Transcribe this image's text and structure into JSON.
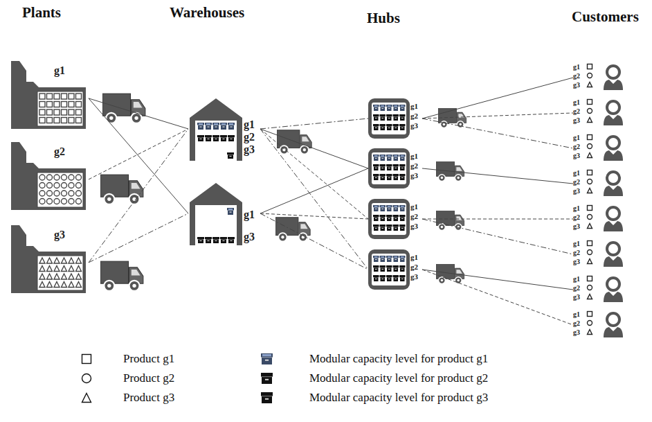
{
  "diagram": {
    "nodes": [
      {
        "text": [
          "g1"
        ]
      },
      {
        "text": [
          "g2"
        ]
      },
      {
        "text": [
          "g3"
        ]
      },
      {
        "text": [
          "g1",
          "g2",
          "g3"
        ]
      },
      {
        "text": [
          "g1",
          "g3"
        ]
      },
      {
        "text": [
          "g1",
          "g2",
          "g3"
        ]
      },
      {
        "text": [
          "g1",
          "g2",
          "g3"
        ]
      },
      {
        "text": [
          "g1",
          "g2",
          "g3"
        ]
      },
      {
        "text": [
          "g1",
          "g2",
          "g3"
        ]
      },
      {
        "text": [
          "g1",
          "g2",
          "g3"
        ]
      },
      {
        "text": [
          "g1",
          "g2",
          "g3"
        ]
      },
      {
        "text": [
          "g1",
          "g2",
          "g3"
        ]
      },
      {
        "text": [
          "g1",
          "g2",
          "g3"
        ]
      },
      {
        "text": [
          "g1",
          "g2",
          "g3"
        ]
      },
      {
        "text": [
          "g1",
          "g2",
          "g3"
        ]
      },
      {
        "text": [
          "g1",
          "g2",
          "g3"
        ]
      },
      {
        "text": [
          "g1",
          "g2",
          "g3"
        ]
      }
    ],
    "edges": [
      {
        "from": 0,
        "to": 3,
        "arrow": "none"
      },
      {
        "from": 0,
        "to": 4,
        "arrow": "none"
      },
      {
        "from": 1,
        "to": 3,
        "arrow": "none"
      },
      {
        "from": 2,
        "to": 3,
        "arrow": "none"
      },
      {
        "from": 2,
        "to": 4,
        "arrow": "none"
      },
      {
        "from": 3,
        "to": 5,
        "arrow": "none"
      },
      {
        "from": 3,
        "to": 6,
        "arrow": "none"
      },
      {
        "from": 3,
        "to": 7,
        "arrow": "none"
      },
      {
        "from": 3,
        "to": 8,
        "arrow": "none"
      },
      {
        "from": 4,
        "to": 6,
        "arrow": "none"
      },
      {
        "from": 4,
        "to": 7,
        "arrow": "none"
      },
      {
        "from": 4,
        "to": 8,
        "arrow": "none"
      },
      {
        "from": 5,
        "to": 9,
        "arrow": "none"
      },
      {
        "from": 5,
        "to": 10,
        "arrow": "none"
      },
      {
        "from": 5,
        "to": 11,
        "arrow": "none"
      },
      {
        "from": 6,
        "to": 12,
        "arrow": "none"
      },
      {
        "from": 7,
        "to": 13,
        "arrow": "none"
      },
      {
        "from": 7,
        "to": 14,
        "arrow": "none"
      },
      {
        "from": 8,
        "to": 15,
        "arrow": "none"
      },
      {
        "from": 8,
        "to": 16,
        "arrow": "none"
      }
    ],
    "labels": [
      "Plants",
      "Warehouses",
      "Hubs",
      "Customers"
    ],
    "legend": [
      {
        "text": "Product g1"
      },
      {
        "text": "Modular capacity level for product g1"
      },
      {
        "text": "Product g2"
      },
      {
        "text": "Modular capacity level for product g2"
      },
      {
        "text": "Product g3"
      },
      {
        "text": "Modular capacity level for product g3"
      }
    ]
  }
}
